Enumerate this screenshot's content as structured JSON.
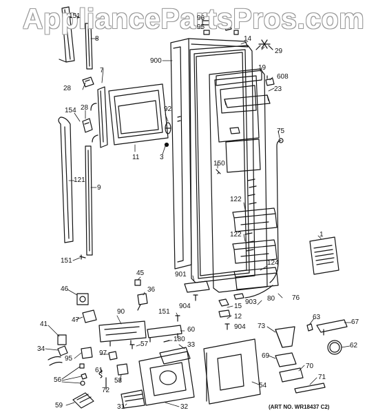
{
  "watermark": "AppliancePartsPros.com",
  "art_no": "(ART NO. WR18437 C2)",
  "callouts": {
    "c151a": "151",
    "c8": "8",
    "c7": "7",
    "c28a": "28",
    "c154": "154",
    "c28b": "28",
    "c121": "121",
    "c9": "9",
    "c151b": "151",
    "c11": "11",
    "c92": "92",
    "c3": "3",
    "c900": "900",
    "c96": "96",
    "c95": "95",
    "c14": "14",
    "c29": "29",
    "c19": "19",
    "c608": "608",
    "c23": "23",
    "c75": "75",
    "c150": "150",
    "c122a": "122",
    "c122b": "122",
    "c124": "124",
    "c1": "1",
    "c901": "901",
    "c904a": "904",
    "c15": "15",
    "c903": "903",
    "c80": "80",
    "c76": "76",
    "c12": "12",
    "c904b": "904",
    "c45": "45",
    "c36": "36",
    "c46": "46",
    "c47": "47",
    "c90": "90",
    "c151c": "151",
    "c60": "60",
    "c41": "41",
    "c57": "57",
    "c180": "180",
    "c33": "33",
    "c34": "34",
    "c97": "97",
    "c95b": "95",
    "c61": "61",
    "c56": "56",
    "c72": "72",
    "c58": "58",
    "c31": "31",
    "c59": "59",
    "c32": "32",
    "c54": "54",
    "c73": "73",
    "c63": "63",
    "c67": "67",
    "c62": "62",
    "c69": "69",
    "c70": "70",
    "c71": "71"
  }
}
